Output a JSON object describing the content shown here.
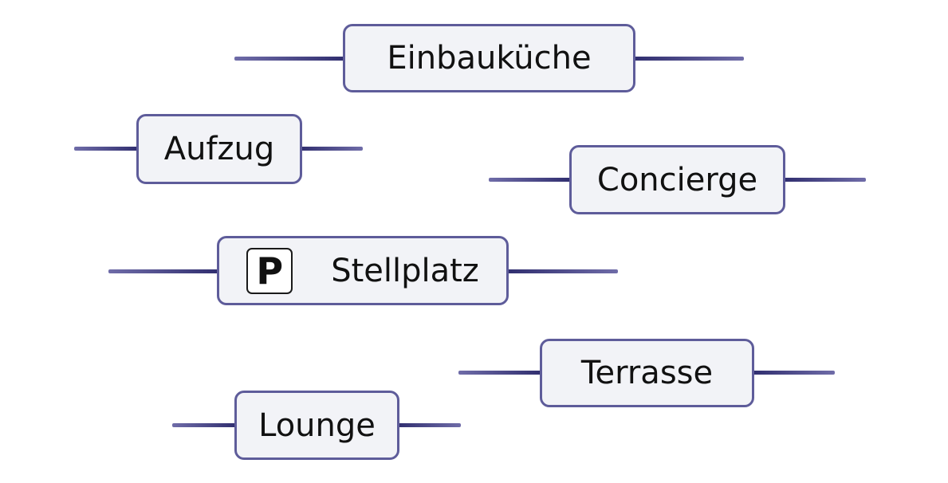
{
  "features": [
    {
      "id": "einbaukueche",
      "label": "Einbauküche",
      "icon": null
    },
    {
      "id": "aufzug",
      "label": "Aufzug",
      "icon": null
    },
    {
      "id": "concierge",
      "label": "Concierge",
      "icon": null
    },
    {
      "id": "stellplatz",
      "label": "Stellplatz",
      "icon": "parking-sign-icon",
      "icon_glyph": "P"
    },
    {
      "id": "terrasse",
      "label": "Terrasse",
      "icon": null
    },
    {
      "id": "lounge",
      "label": "Lounge",
      "icon": null
    }
  ],
  "colors": {
    "tag_fill": "#f2f3f7",
    "tag_border": "#5e5c9a",
    "connector_dark": "#2f2d6e",
    "connector_light": "#6f6ca8"
  }
}
